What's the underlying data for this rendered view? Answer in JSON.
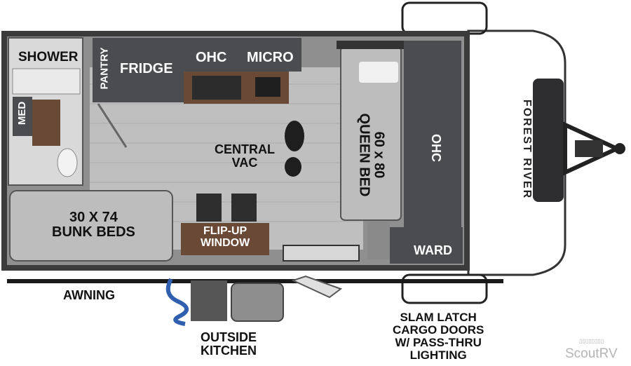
{
  "rooms": {
    "shower": "SHOWER",
    "med": "MED",
    "pantry": "PANTRY",
    "fridge": "FRIDGE",
    "ohc_kitchen": "OHC",
    "micro": "MICRO",
    "central_vac": "CENTRAL\nVAC",
    "bed": "60 x 80\nQUEEN BED",
    "ohc_front": "OHC",
    "ward": "WARD",
    "bunk": "30 X 74\nBUNK BEDS",
    "flip_window": "FLIP-UP\nWINDOW"
  },
  "exterior": {
    "awning": "AWNING",
    "outside_kitchen": "OUTSIDE\nKITCHEN",
    "cargo_doors": "SLAM LATCH\nCARGO DOORS\nW/ PASS-THRU\nLIGHTING"
  },
  "brand": {
    "name": "FOREST RIVER"
  },
  "watermark": {
    "text": "ScoutRV",
    "small": "▯▯▯▯▯▯▯▯"
  },
  "colors": {
    "cabinet": "#4b4c4f",
    "floor": "#b9b9b9",
    "bed": "#bdbdbd",
    "wood": "#6a4a36",
    "wall": "#3a3a3a",
    "hose": "#2f5fae"
  }
}
